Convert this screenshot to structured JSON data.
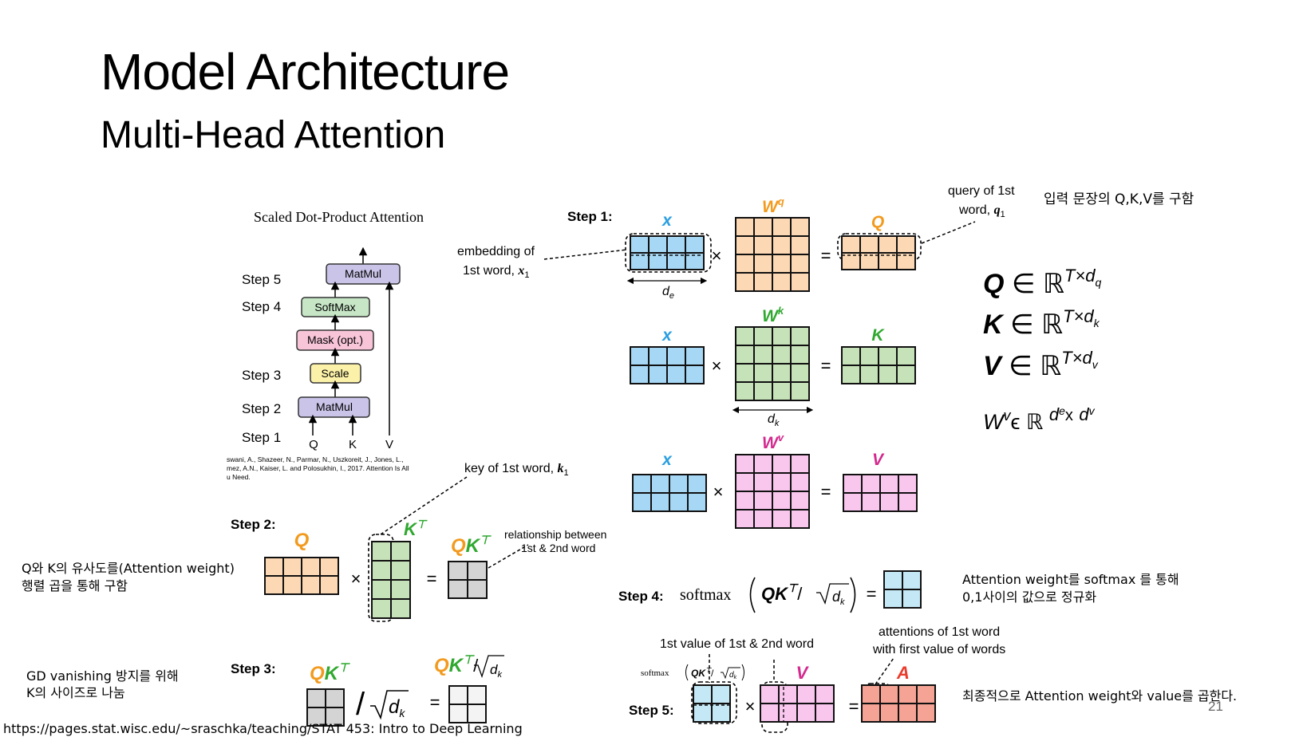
{
  "slide": {
    "title": "Model Architecture",
    "subtitle": "Multi-Head Attention",
    "page_number": "21",
    "footer": "https://pages.stat.wisc.edu/~sraschka/teaching/STAT 453: Intro to Deep Learning"
  },
  "sdpa": {
    "title": "Scaled Dot-Product Attention",
    "blocks": {
      "matmul_top": "MatMul",
      "softmax": "SoftMax",
      "mask": "Mask (opt.)",
      "scale": "Scale",
      "matmul_bottom": "MatMul"
    },
    "step_labels": {
      "s5": "Step 5",
      "s4": "Step 4",
      "s3": "Step 3",
      "s2": "Step 2",
      "s1": "Step 1"
    },
    "inputs": {
      "q": "Q",
      "k": "K",
      "v": "V"
    },
    "citation": {
      "line1": "swani, A., Shazeer, N., Parmar, N., Uszkoreit, J., Jones, L.,",
      "line2": "mez, A.N., Kaiser, L. and Polosukhin, I., 2017. Attention Is All",
      "line3": "u Need."
    }
  },
  "step1": {
    "label": "Step 1:",
    "embedding_l1": "embedding of",
    "embedding_l2": "1st word,",
    "embedding_sym": "x",
    "embedding_sub": "1",
    "query_l1": "query of 1st",
    "query_l2": "word,",
    "query_sym": "q",
    "query_sub": "1",
    "x": "x",
    "wq": "W",
    "wq_sup": "q",
    "q": "Q",
    "wk": "W",
    "wk_sup": "k",
    "k": "K",
    "wv": "W",
    "wv_sup": "v",
    "v": "V",
    "de": "d",
    "de_sub": "e",
    "dk": "d",
    "dk_sub": "k",
    "times": "×",
    "equals": "="
  },
  "math": {
    "q_line": {
      "sym": "Q",
      "in": "∈",
      "r": "ℝ",
      "exp": "T×d",
      "exp_sub": "q"
    },
    "k_line": {
      "sym": "K",
      "in": "∈",
      "r": "ℝ",
      "exp": "T×d",
      "exp_sub": "k"
    },
    "v_line": {
      "sym": "V",
      "in": "∈",
      "r": "ℝ",
      "exp": "T×d",
      "exp_sub": "v"
    },
    "wv_line": {
      "w": "W",
      "sup": "v",
      "in": "ϵ",
      "r": "ℝ",
      "exp_a": "d",
      "exp_a_sup": "e",
      "exp_x": "x",
      "exp_b": "d",
      "exp_b_sup": "v"
    }
  },
  "step2": {
    "label": "Step 2:",
    "q": "Q",
    "kt": "K",
    "kt_sup": "⊤",
    "qkt_q": "Q",
    "qkt_k": "K",
    "key_l": "key of 1st word,",
    "key_sym": "k",
    "key_sub": "1",
    "rel_l1": "relationship between",
    "rel_l2": "1st & 2nd word"
  },
  "step3": {
    "label": "Step 3:",
    "slash": "/",
    "sqrt_d": "d",
    "sqrt_sub": "k"
  },
  "step4": {
    "label": "Step 4:",
    "softmax": "softmax",
    "equals": "="
  },
  "step5": {
    "label": "Step 5:",
    "v": "V",
    "a": "A",
    "first_value": "1st value of 1st & 2nd word",
    "attn_l1": "attentions of 1st word",
    "attn_l2": "with first value of words",
    "softmax_small": "softmax"
  },
  "notes": {
    "qkv": "입력 문장의 Q,K,V를 구함",
    "similarity_l1": "Q와 K의 유사도를(Attention weight)",
    "similarity_l2": "행렬 곱을 통해 구함",
    "gd_l1": "GD vanishing 방지를 위해",
    "gd_l2": "K의 사이즈로 나눔",
    "softmax_l1": "Attention weight를 softmax 를 통해",
    "softmax_l2": "0,1사이의 값으로 정규화",
    "final": "최종적으로 Attention weight와 value를 곱한다."
  },
  "colors": {
    "blue": "#a6d8f5",
    "peach": "#fcd9b4",
    "green": "#c6e2b8",
    "pink": "#f9c6ee",
    "red": "#f4a395",
    "gray": "#d4d4d4",
    "lightblue": "#c4e8f5",
    "orange_label": "#f29a1e",
    "green_label": "#2fa82f",
    "magenta_label": "#d42a8e",
    "blue_label": "#2a9fe0",
    "red_label": "#ea3b2c"
  }
}
